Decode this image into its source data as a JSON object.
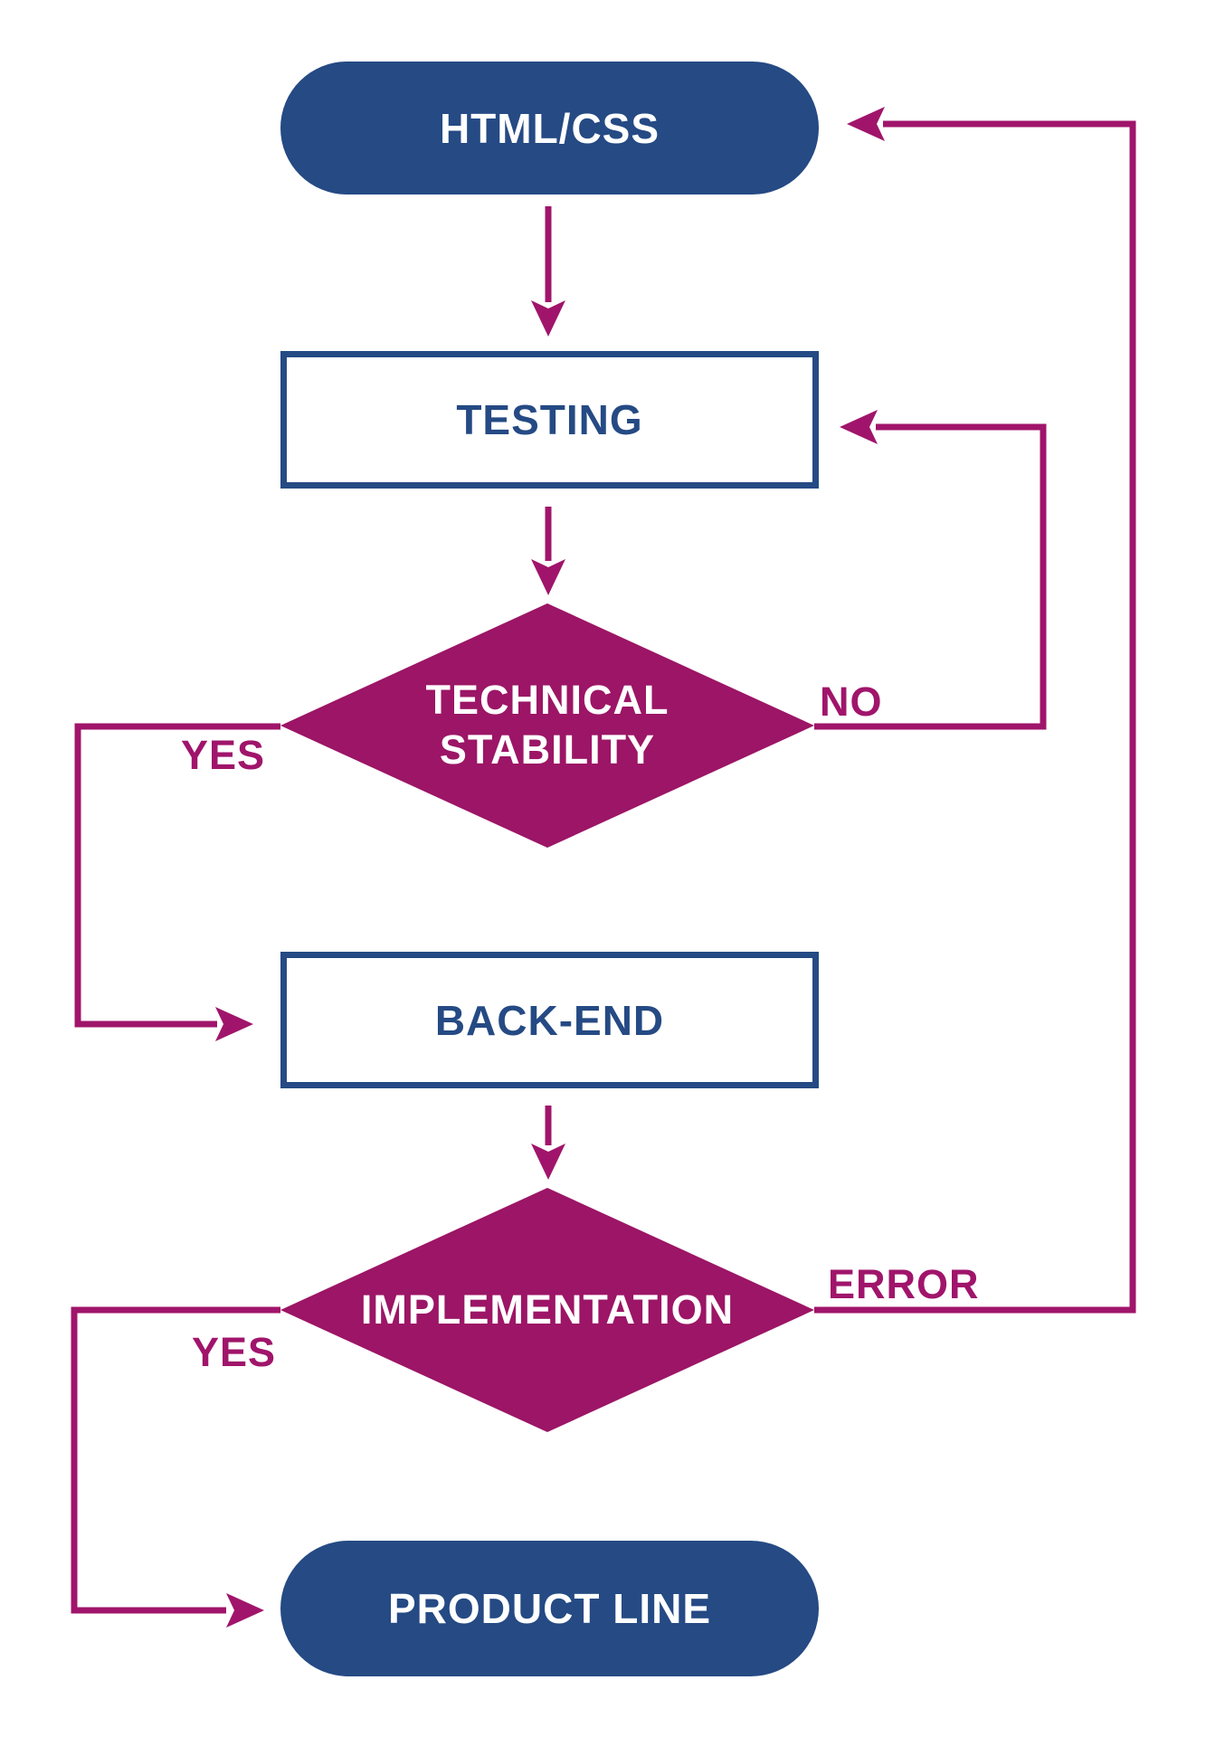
{
  "colors": {
    "bg": "#ffffff",
    "blue": "#254A84",
    "magenta": "#9C1566",
    "line": "#A0156B"
  },
  "nodes": {
    "start": {
      "label": "HTML/CSS"
    },
    "testing": {
      "label": "TESTING"
    },
    "decision1": {
      "label": "TECHNICAL STABILITY"
    },
    "backend": {
      "label": "BACK-END"
    },
    "decision2": {
      "label": "IMPLEMENTATION"
    },
    "end": {
      "label": "PRODUCT LINE"
    }
  },
  "edge_labels": {
    "no": "NO",
    "yes1": "YES",
    "error": "ERROR",
    "yes2": "YES"
  }
}
